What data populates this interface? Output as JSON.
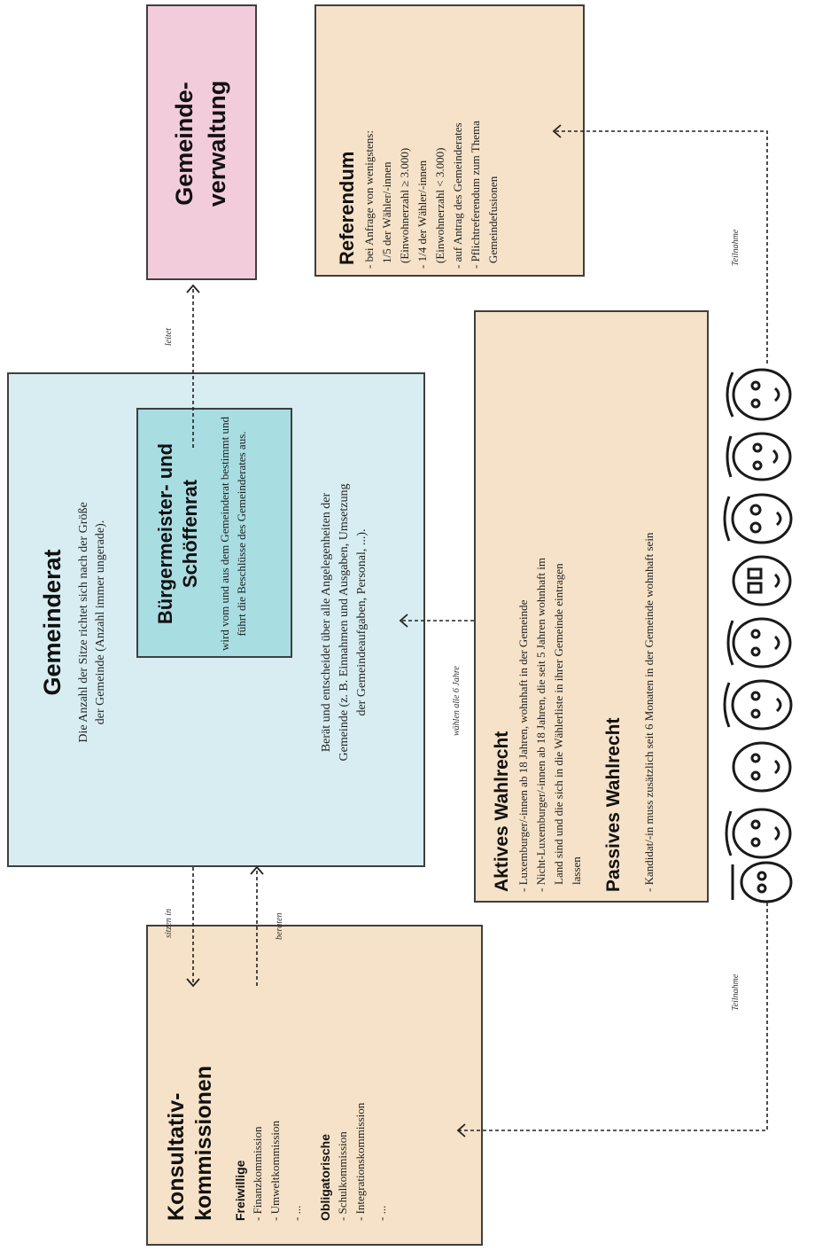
{
  "colors": {
    "gemeinderat_bg": "#d7edf1",
    "buergermeister_bg": "#a8dde2",
    "verwaltung_bg": "#f3ccdb",
    "beige_bg": "#f6e2c8",
    "border": "#3f3f3f"
  },
  "gemeinderat": {
    "title": "Gemeinderat",
    "subtitle_1": "Die Anzahl der Sitze richtet sich nach der Größe",
    "subtitle_2": "der Gemeinde (Anzahl immer ungerade).",
    "desc_1": "Berät und entscheidet über alle Angelegenheiten der",
    "desc_2": "Gemeinde (z. B. Einnahmen und Ausgaben, Umsetzung",
    "desc_3": "der Gemeindeaufgaben, Personal, ...)."
  },
  "buergermeister": {
    "title_1": "Bürgermeister- und",
    "title_2": "Schöffenrat",
    "desc_1": "wird vom und aus dem Gemeinderat bestimmt und",
    "desc_2": "führt die Beschlüsse des Gemeinderates aus."
  },
  "verwaltung": {
    "title_1": "Gemeinde-",
    "title_2": "verwaltung"
  },
  "referendum": {
    "title": "Referendum",
    "lines": [
      "- bei Anfrage von wenigstens:",
      "1/5 der Wähler/-innen",
      "(Einwohnerzahl ≥ 3.000)",
      "- 1/4 der Wähler/-innen",
      "(Einwohnerzahl < 3.000)",
      "- auf Antrag des Gemeinderates",
      "- Pflichtreferendum zum Thema",
      "Gemeindefusionen"
    ]
  },
  "wahlrecht": {
    "aktiv_title": "Aktives Wahlrecht",
    "aktiv_lines": [
      "- Luxemburger/-innen ab 18 Jahren, wohnhaft in der Gemeinde",
      "- Nicht-Luxemburger/-innen ab 18 Jahren, die seit 5 Jahren wohnhaft im",
      "Land sind und die sich in die Wählerliste in ihrer Gemeinde eintragen",
      "lassen"
    ],
    "passiv_title": "Passives Wahlrecht",
    "passiv_lines": [
      "- Kandidat/-in muss zusätzlich seit 6 Monaten in der Gemeinde wohnhaft sein"
    ]
  },
  "kommissionen": {
    "title_1": "Konsultativ-",
    "title_2": "kommissionen",
    "freiwillige_title": "Freiwillige",
    "freiwillige_items": [
      "- Finanzkommission",
      "- Umweltkommission",
      "- ..."
    ],
    "obligatorische_title": "Obligatorische",
    "obligatorische_items": [
      "- Schulkommission",
      "- Integrationskommission",
      "- ..."
    ]
  },
  "arrows": {
    "leitet": "leitet",
    "waehlen": "wählen alle 6 Jahre",
    "sitzen_in": "sitzen in",
    "beraten": "beraten",
    "teilnahme_top": "Teilnahme",
    "teilnahme_bottom": "Teilnahme"
  }
}
